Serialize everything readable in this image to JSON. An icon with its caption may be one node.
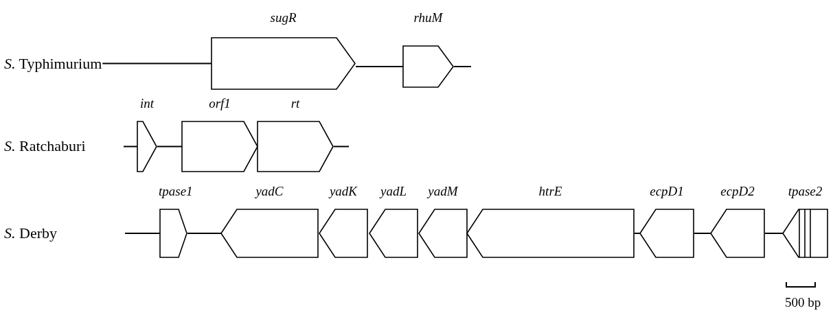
{
  "diagram": {
    "nodes": [
      {
        "text": [
          "*S.* Typhimurium"
        ]
      },
      {
        "text": [
          "sugR"
        ]
      },
      {
        "text": [
          "rhuM"
        ]
      },
      {
        "text": [
          "*S.* Ratchaburi"
        ]
      },
      {
        "text": [
          "int"
        ]
      },
      {
        "text": [
          "orf1"
        ]
      },
      {
        "text": [
          "rt"
        ]
      },
      {
        "text": [
          "*S.* Derby"
        ]
      },
      {
        "text": [
          "tpase1"
        ]
      },
      {
        "text": [
          "yadC"
        ]
      },
      {
        "text": [
          "yadK"
        ]
      },
      {
        "text": [
          "yadL"
        ]
      },
      {
        "text": [
          "yadM"
        ]
      },
      {
        "text": [
          "htrE"
        ]
      },
      {
        "text": [
          "ecpD1"
        ]
      },
      {
        "text": [
          "ecpD2"
        ]
      },
      {
        "text": [
          "tpase2"
        ]
      }
    ],
    "edges": [
      {
        "from": 0,
        "to": 1,
        "arrow": "none"
      },
      {
        "from": 1,
        "to": 2,
        "arrow": "none"
      },
      {
        "from": 2,
        "to": null,
        "arrow": "none"
      },
      {
        "from": null,
        "to": 4,
        "arrow": "none"
      },
      {
        "from": 4,
        "to": 5,
        "arrow": "none"
      },
      {
        "from": 6,
        "to": null,
        "arrow": "none"
      },
      {
        "from": null,
        "to": 8,
        "arrow": "none"
      },
      {
        "from": 8,
        "to": 9,
        "arrow": "none"
      },
      {
        "from": 13,
        "to": 14,
        "arrow": "none"
      },
      {
        "from": 14,
        "to": 15,
        "arrow": "none"
      },
      {
        "from": 15,
        "to": 16,
        "arrow": "none"
      }
    ],
    "labels": [
      "500 bp"
    ]
  }
}
